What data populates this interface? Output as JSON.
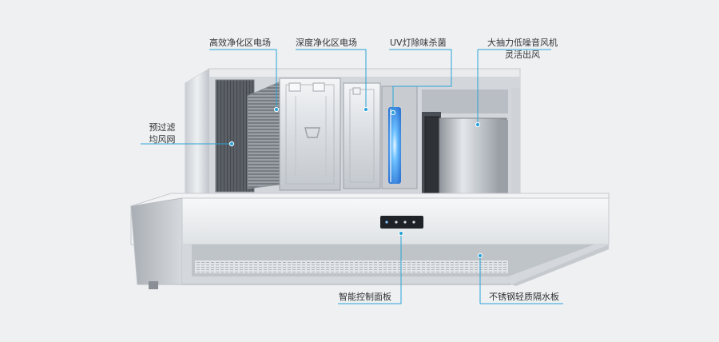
{
  "callouts": {
    "high_efficiency_field": "高效净化区电场",
    "deep_field": "深度净化区电场",
    "uv_lamp": "UV灯除味杀菌",
    "fan_line1": "大抽力低噪音风机",
    "fan_line2": "灵活出风",
    "prefilter_line1": "预过滤",
    "prefilter_line2": "均风网",
    "control_panel": "智能控制面板",
    "water_baffle": "不锈钢轻质隔水板"
  },
  "colors": {
    "background": "#eef0f2",
    "accent_line": "#2aa3d8",
    "stainless": "#cfd3d8",
    "uv_glow": "#3fa4ff"
  }
}
